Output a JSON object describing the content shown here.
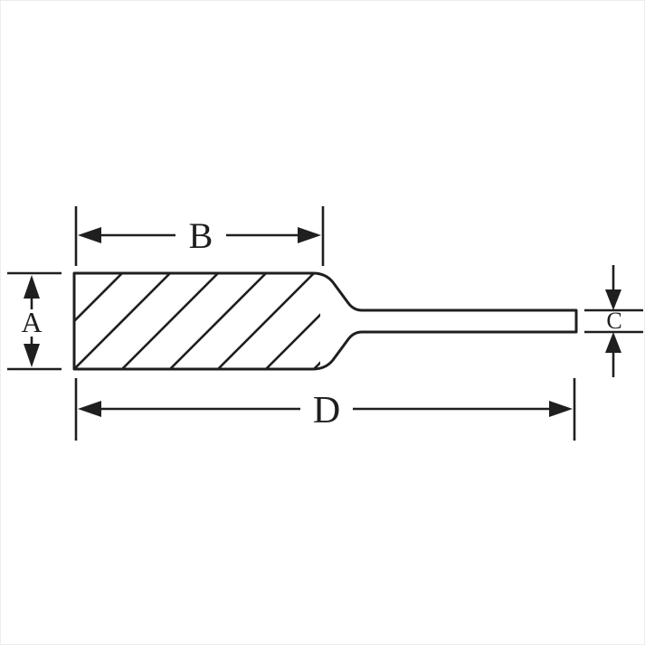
{
  "diagram": {
    "labels": {
      "a": "A",
      "b": "B",
      "c": "C",
      "d": "D"
    },
    "colors": {
      "line": "#1f1f1f",
      "background": "#ffffff"
    }
  }
}
